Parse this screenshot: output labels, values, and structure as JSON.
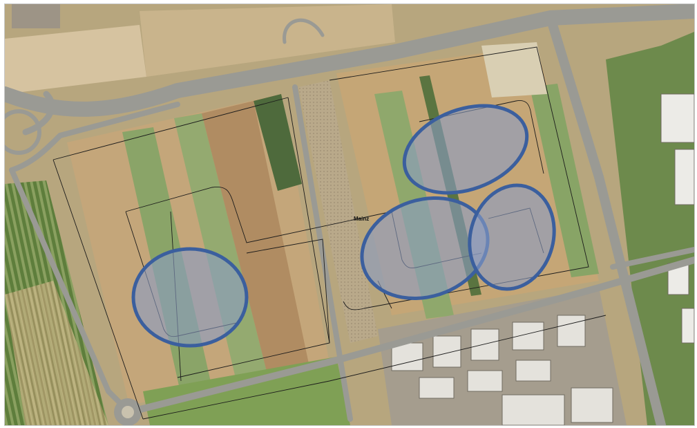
{
  "map": {
    "place_label": "Mainz",
    "highlight_color": "#3b5f9e",
    "highlight_fill": "#8a9cc4",
    "highlight_zones": [
      {
        "name": "zone-west"
      },
      {
        "name": "zone-north-east"
      },
      {
        "name": "zone-center-east"
      },
      {
        "name": "zone-far-east"
      }
    ]
  }
}
